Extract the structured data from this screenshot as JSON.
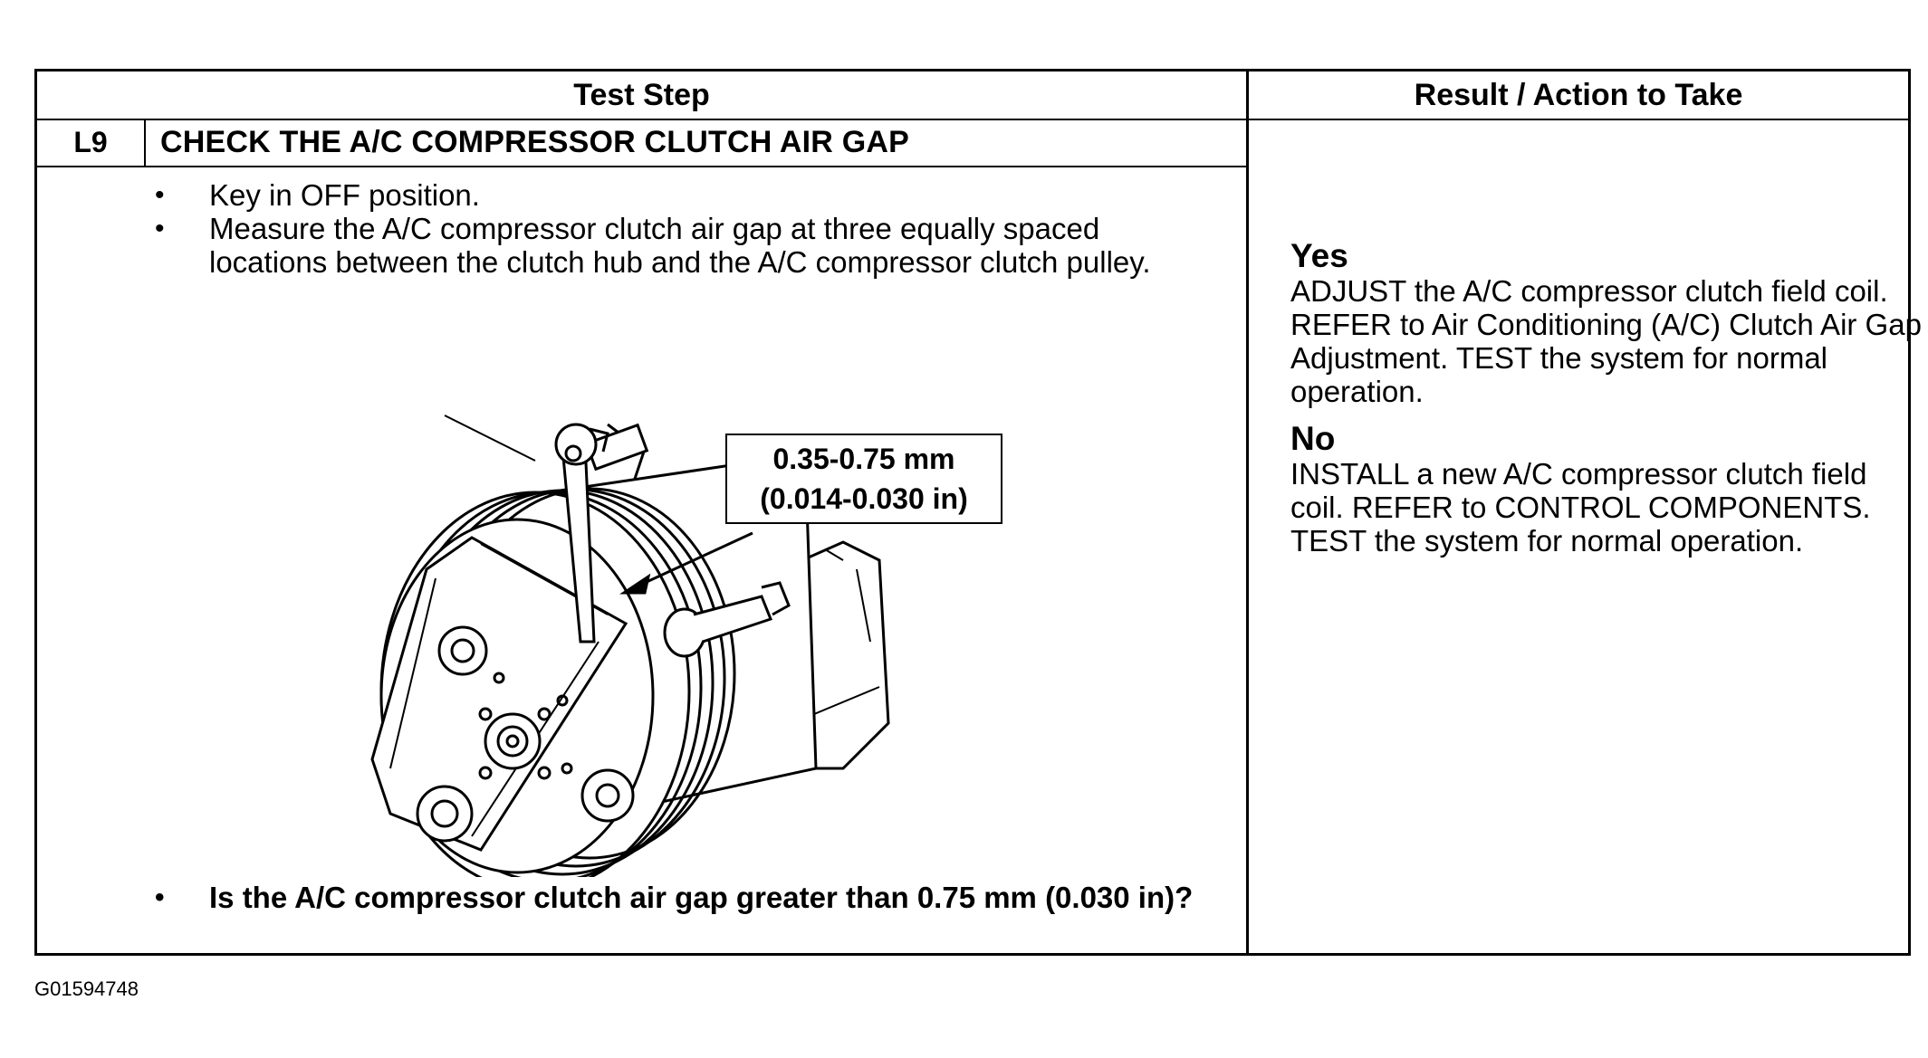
{
  "table": {
    "header_left": "Test Step",
    "header_right": "Result / Action to Take"
  },
  "step": {
    "id": "L9",
    "title": "CHECK THE A/C COMPRESSOR CLUTCH AIR GAP",
    "bullets": [
      "Key in OFF position.",
      "Measure the A/C compressor clutch air gap at three equally spaced locations between the clutch hub and the A/C compressor clutch pulley."
    ],
    "question": "Is the A/C compressor clutch air gap greater than 0.75 mm (0.030 in)?"
  },
  "illustration": {
    "spec_line1": "0.35-0.75 mm",
    "spec_line2": "(0.014-0.030 in)"
  },
  "results": {
    "yes_label": "Yes",
    "yes_text": "ADJUST the A/C compressor clutch field coil. REFER to Air Conditioning (A/C) Clutch Air Gap Adjustment. TEST the system for normal operation.",
    "no_label": "No",
    "no_text": "INSTALL a new A/C compressor clutch field coil. REFER to CONTROL COMPONENTS. TEST the system for normal operation."
  },
  "figure_id": "G01594748"
}
